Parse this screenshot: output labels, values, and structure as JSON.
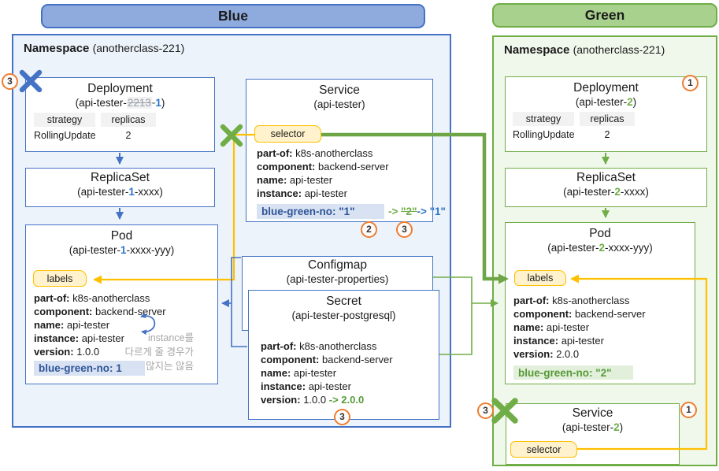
{
  "palette": {
    "blue_border": "#4472C4",
    "blue_header_fill": "#8FAADC",
    "blue_ns_bg": "#EDF3FB",
    "green_border": "#70AD47",
    "green_header_fill": "#A9D18E",
    "green_ns_bg": "#F0F7EB",
    "tag_yellow_bg": "#FFF2CC",
    "tag_yellow_border": "#FFC000",
    "gray_tag_bg": "#F2F2F2",
    "highlight_blue_bg": "#D9E2F3",
    "highlight_blue_text": "#2F5597",
    "highlight_green_bg": "#E2EFDA",
    "highlight_green_text": "#569A38",
    "badge_border": "#ED7D31",
    "note_gray": "#A6A6A6",
    "accent_blue": "#2E74C9",
    "accent_green": "#70AD47",
    "connector_yellow": "#FFC000",
    "connector_green_thick": "#6EA647"
  },
  "headers": {
    "blue": "Blue",
    "green": "Green"
  },
  "badges": {
    "blue_deployment_step": "3",
    "service_step_2": "2",
    "service_step_3": "3",
    "secret_step": "3",
    "green_deployment_step": "1",
    "green_service_step": "1",
    "green_service_cut_step": "3"
  },
  "blue": {
    "namespace_label": "Namespace",
    "namespace_name": "(anotherclass-221)",
    "deployment": {
      "title": "Deployment",
      "name_pre": "(api-tester-",
      "name_old": "2213",
      "name_dash": "-",
      "name_num": "1",
      "name_post": ")",
      "tag1": "strategy",
      "tag2": "replicas",
      "val1": "RollingUpdate",
      "val2": "2"
    },
    "replicaset": {
      "title": "ReplicaSet",
      "name_pre": "(api-tester-",
      "name_num": "1",
      "name_post": "-xxxx)"
    },
    "pod": {
      "title": "Pod",
      "name_pre": "(api-tester-",
      "name_num": "1",
      "name_post": "-xxxx-yyy)",
      "tag": "labels",
      "rows": [
        {
          "k": "part-of:",
          "v": "k8s-anotherclass"
        },
        {
          "k": "component:",
          "v": "backend-server"
        },
        {
          "k": "name:",
          "v": "api-tester"
        },
        {
          "k": "instance:",
          "v": "api-tester"
        },
        {
          "k": "version:",
          "v": "1.0.0"
        }
      ],
      "highlight": "blue-green-no: 1",
      "note": [
        "instance를",
        "다르게 줄 경우가",
        "많지는 않음"
      ]
    },
    "service": {
      "title": "Service",
      "name": "(api-tester)",
      "tag": "selector",
      "rows": [
        {
          "k": "part-of:",
          "v": "k8s-anotherclass"
        },
        {
          "k": "component:",
          "v": "backend-server"
        },
        {
          "k": "name:",
          "v": "api-tester"
        },
        {
          "k": "instance:",
          "v": "api-tester"
        }
      ],
      "highlight": "blue-green-no: \"1\"",
      "change": {
        "arrow1": "->",
        "old": "\"2\"",
        "arrow2": "->",
        "new": "\"1\""
      }
    },
    "configmap": {
      "title": "Configmap",
      "name": "(api-tester-properties)"
    },
    "secret": {
      "title": "Secret",
      "name": "(api-tester-postgresql)",
      "rows": [
        {
          "k": "part-of:",
          "v": "k8s-anotherclass"
        },
        {
          "k": "component:",
          "v": "backend-server"
        },
        {
          "k": "name:",
          "v": "api-tester"
        },
        {
          "k": "instance:",
          "v": "api-tester"
        }
      ],
      "version_key": "version:",
      "version_val": "1.0.0",
      "version_change": "-> 2.0.0"
    }
  },
  "green": {
    "namespace_label": "Namespace",
    "namespace_name": "(anotherclass-221)",
    "deployment": {
      "title": "Deployment",
      "name_pre": "(api-tester-",
      "name_num": "2",
      "name_post": ")",
      "tag1": "strategy",
      "tag2": "replicas",
      "val1": "RollingUpdate",
      "val2": "2"
    },
    "replicaset": {
      "title": "ReplicaSet",
      "name_pre": "(api-tester-",
      "name_num": "2",
      "name_post": "-xxxx)"
    },
    "pod": {
      "title": "Pod",
      "name_pre": "(api-tester-",
      "name_num": "2",
      "name_post": "-xxxx-yyy)",
      "tag": "labels",
      "rows": [
        {
          "k": "part-of:",
          "v": "k8s-anotherclass"
        },
        {
          "k": "component:",
          "v": "backend-server"
        },
        {
          "k": "name:",
          "v": "api-tester"
        },
        {
          "k": "instance:",
          "v": "api-tester"
        },
        {
          "k": "version:",
          "v": "2.0.0"
        }
      ],
      "highlight": "blue-green-no: \"2\""
    },
    "service": {
      "title": "Service",
      "name_pre": "(api-tester-",
      "name_num": "2",
      "name_post": ")",
      "tag": "selector"
    }
  }
}
